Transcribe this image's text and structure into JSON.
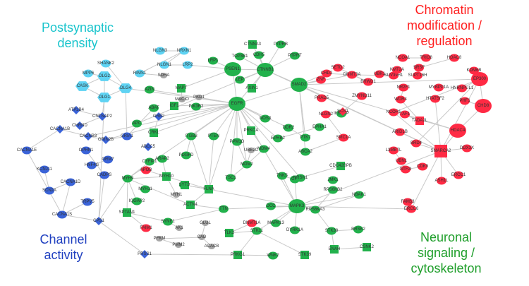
{
  "colors": {
    "postsynaptic": "#5fd3f3",
    "chromatin": "#ff2a44",
    "channel": "#3a63d8",
    "neuronal": "#22b14c",
    "other": "#a6a6a6",
    "edge": "#c9c9c9",
    "title_postsynaptic": "#18c4cc",
    "title_chromatin": "#ff2020",
    "title_channel": "#2040c0",
    "title_neuronal": "#1e9e2a"
  },
  "groups": {
    "postsynaptic": {
      "line1": "Postsynaptic",
      "line2": "density",
      "color": "#18c4cc"
    },
    "chromatin": {
      "line1": "Chromatin",
      "line2": "modification /",
      "line3": "regulation",
      "color": "#ff2020"
    },
    "channel": {
      "line1": "Channel",
      "line2": "activity",
      "color": "#2040c0"
    },
    "neuronal": {
      "line1": "Neuronal",
      "line2": "signaling /",
      "line3": "cytoskeleton",
      "color": "#1e9e2a"
    }
  },
  "nodes": [
    {
      "id": "NLGN3",
      "g": "postsynaptic"
    },
    {
      "id": "NRXN1",
      "g": "postsynaptic"
    },
    {
      "id": "NLGN1",
      "g": "postsynaptic"
    },
    {
      "id": "LRP2",
      "g": "postsynaptic"
    },
    {
      "id": "RIMS1",
      "g": "postsynaptic"
    },
    {
      "id": "SHANK2",
      "g": "postsynaptic"
    },
    {
      "id": "MPP6",
      "g": "postsynaptic"
    },
    {
      "id": "DLG2",
      "g": "postsynaptic"
    },
    {
      "id": "CASK",
      "g": "postsynaptic"
    },
    {
      "id": "DLG4",
      "g": "postsynaptic"
    },
    {
      "id": "DLG1",
      "g": "postsynaptic"
    },
    {
      "id": "SDHA",
      "g": "other"
    },
    {
      "id": "ATP2B4",
      "g": "channel"
    },
    {
      "id": "CNTNAP2",
      "g": "channel"
    },
    {
      "id": "CACNA1B",
      "g": "channel"
    },
    {
      "id": "CHRND",
      "g": "channel"
    },
    {
      "id": "CACNB3",
      "g": "channel"
    },
    {
      "id": "CACNA1E",
      "g": "channel"
    },
    {
      "id": "KCNJ11",
      "g": "channel"
    },
    {
      "id": "SCN2A",
      "g": "channel"
    },
    {
      "id": "CACNA1D",
      "g": "channel"
    },
    {
      "id": "CACNA1S",
      "g": "channel"
    },
    {
      "id": "TRPV5",
      "g": "channel"
    },
    {
      "id": "CPS1",
      "g": "channel"
    },
    {
      "id": "GRIN2B",
      "g": "channel"
    },
    {
      "id": "GRM7",
      "g": "channel"
    },
    {
      "id": "OPHN1",
      "g": "channel"
    },
    {
      "id": "HNF4G",
      "g": "channel"
    },
    {
      "id": "CADPS",
      "g": "channel"
    },
    {
      "id": "GRIA1",
      "g": "channel"
    },
    {
      "id": "ABCC5",
      "g": "channel"
    },
    {
      "id": "PRSS1",
      "g": "channel"
    },
    {
      "id": "GRB2",
      "g": "channel"
    },
    {
      "id": "CTNNA3",
      "g": "neuronal"
    },
    {
      "id": "PTPRB",
      "g": "neuronal"
    },
    {
      "id": "CDH5",
      "g": "neuronal"
    },
    {
      "id": "TOP3B1",
      "g": "neuronal"
    },
    {
      "id": "PTPRT",
      "g": "neuronal"
    },
    {
      "id": "LRP1",
      "g": "neuronal"
    },
    {
      "id": "PSEN1",
      "g": "neuronal"
    },
    {
      "id": "CTNNB1",
      "g": "neuronal"
    },
    {
      "id": "SMAD2",
      "g": "neuronal"
    },
    {
      "id": "AXIN1",
      "g": "neuronal"
    },
    {
      "id": "LEP",
      "g": "neuronal"
    },
    {
      "id": "EGFR",
      "g": "neuronal"
    },
    {
      "id": "MAPT",
      "g": "neuronal"
    },
    {
      "id": "IGF1",
      "g": "neuronal"
    },
    {
      "id": "PIK3R2",
      "g": "neuronal"
    },
    {
      "id": "AZIN",
      "g": "neuronal"
    },
    {
      "id": "ABAT",
      "g": "neuronal"
    },
    {
      "id": "CRKL",
      "g": "neuronal"
    },
    {
      "id": "APC",
      "g": "neuronal"
    },
    {
      "id": "ITGB3",
      "g": "neuronal"
    },
    {
      "id": "PTEN",
      "g": "neuronal"
    },
    {
      "id": "PRKCA",
      "g": "neuronal"
    },
    {
      "id": "NOS3",
      "g": "neuronal"
    },
    {
      "id": "PPM1D",
      "g": "neuronal"
    },
    {
      "id": "EPHB2",
      "g": "neuronal"
    },
    {
      "id": "DDR2",
      "g": "neuronal"
    },
    {
      "id": "MDM4",
      "g": "neuronal"
    },
    {
      "id": "MDM2",
      "g": "neuronal"
    },
    {
      "id": "PDGFD",
      "g": "neuronal"
    },
    {
      "id": "ARAP2",
      "g": "neuronal"
    },
    {
      "id": "CYFIP1",
      "g": "neuronal"
    },
    {
      "id": "MYH9",
      "g": "neuronal"
    },
    {
      "id": "MYH10",
      "g": "neuronal"
    },
    {
      "id": "MYH11",
      "g": "neuronal"
    },
    {
      "id": "IQGAP2",
      "g": "neuronal"
    },
    {
      "id": "ACTN4",
      "g": "neuronal"
    },
    {
      "id": "FLNA",
      "g": "neuronal"
    },
    {
      "id": "TSC1",
      "g": "neuronal"
    },
    {
      "id": "TTN",
      "g": "neuronal"
    },
    {
      "id": "SPTAN1",
      "g": "neuronal"
    },
    {
      "id": "SYNE1",
      "g": "neuronal"
    },
    {
      "id": "TRIO",
      "g": "neuronal"
    },
    {
      "id": "TNKS",
      "g": "neuronal"
    },
    {
      "id": "DCC",
      "g": "neuronal"
    },
    {
      "id": "CIT",
      "g": "neuronal"
    },
    {
      "id": "MAPK3",
      "g": "neuronal"
    },
    {
      "id": "RPS6KA3",
      "g": "neuronal"
    },
    {
      "id": "RPS6KB2",
      "g": "neuronal"
    },
    {
      "id": "JMK1",
      "g": "neuronal"
    },
    {
      "id": "TLK2",
      "g": "neuronal"
    },
    {
      "id": "STK11",
      "g": "neuronal"
    },
    {
      "id": "MAPK13",
      "g": "neuronal"
    },
    {
      "id": "DYRK1A",
      "g": "neuronal"
    },
    {
      "id": "STK38",
      "g": "neuronal"
    },
    {
      "id": "BRSK2",
      "g": "neuronal"
    },
    {
      "id": "ENAH",
      "g": "neuronal"
    },
    {
      "id": "CSNK2",
      "g": "neuronal"
    },
    {
      "id": "PRKG1",
      "g": "neuronal"
    },
    {
      "id": "WNK2",
      "g": "neuronal"
    },
    {
      "id": "STK39",
      "g": "neuronal"
    },
    {
      "id": "NBAK1",
      "g": "neuronal"
    },
    {
      "id": "CDC42BPB",
      "g": "neuronal"
    },
    {
      "id": "ABCA2",
      "g": "neuronal"
    },
    {
      "id": "PTK7",
      "g": "neuronal"
    },
    {
      "id": "EPHA1",
      "g": "neuronal"
    },
    {
      "id": "IKBKAP",
      "g": "neuronal"
    },
    {
      "id": "NRSN1",
      "g": "neuronal"
    },
    {
      "id": "SYT1",
      "g": "neuronal"
    },
    {
      "id": "SUV39H1",
      "g": "chromatin"
    },
    {
      "id": "NCOA1",
      "g": "chromatin"
    },
    {
      "id": "TRIO8",
      "g": "chromatin"
    },
    {
      "id": "HDAC8",
      "g": "chromatin"
    },
    {
      "id": "SRSF",
      "g": "chromatin"
    },
    {
      "id": "KMT2A",
      "g": "chromatin"
    },
    {
      "id": "SUPT16H",
      "g": "chromatin"
    },
    {
      "id": "KDM6B",
      "g": "chromatin"
    },
    {
      "id": "EP300",
      "g": "chromatin"
    },
    {
      "id": "NR2F1",
      "g": "chromatin"
    },
    {
      "id": "MYBPP1A",
      "g": "chromatin"
    },
    {
      "id": "HNRNPUL1",
      "g": "chromatin"
    },
    {
      "id": "CHD8",
      "g": "chromatin"
    },
    {
      "id": "PHF1",
      "g": "chromatin"
    },
    {
      "id": "HTATSF2",
      "g": "chromatin"
    },
    {
      "id": "WDR4",
      "g": "chromatin"
    },
    {
      "id": "NCOR1",
      "g": "chromatin"
    },
    {
      "id": "TAF1",
      "g": "chromatin"
    },
    {
      "id": "TADA2L",
      "g": "chromatin"
    },
    {
      "id": "ARID1B",
      "g": "chromatin"
    },
    {
      "id": "BRD4",
      "g": "chromatin"
    },
    {
      "id": "SMARCA2",
      "g": "chromatin"
    },
    {
      "id": "HDAC4",
      "g": "chromatin"
    },
    {
      "id": "DNMT3A",
      "g": "chromatin"
    },
    {
      "id": "CHD2",
      "g": "chromatin"
    },
    {
      "id": "SMC1A",
      "g": "chromatin"
    },
    {
      "id": "SETD2",
      "g": "chromatin"
    },
    {
      "id": "BRWD1",
      "g": "chromatin"
    },
    {
      "id": "ZMYND11",
      "g": "chromatin"
    },
    {
      "id": "SCN1",
      "g": "chromatin"
    },
    {
      "id": "L3MBTL",
      "g": "chromatin"
    },
    {
      "id": "UBN1",
      "g": "chromatin"
    },
    {
      "id": "GTF2I",
      "g": "chromatin"
    },
    {
      "id": "CDK9",
      "g": "chromatin"
    },
    {
      "id": "ASH1L",
      "g": "chromatin"
    },
    {
      "id": "ERCC1",
      "g": "chromatin"
    },
    {
      "id": "DDX3X",
      "g": "chromatin"
    },
    {
      "id": "ERCC6",
      "g": "chromatin"
    },
    {
      "id": "FAM53",
      "g": "chromatin"
    },
    {
      "id": "PRAD5",
      "g": "chromatin"
    },
    {
      "id": "NLGN2",
      "g": "chromatin"
    },
    {
      "id": "UBR1",
      "g": "chromatin"
    },
    {
      "id": "ZNF",
      "g": "chromatin"
    },
    {
      "id": "DNMT1A",
      "g": "chromatin"
    },
    {
      "id": "FAIM1",
      "g": "chromatin"
    },
    {
      "id": "APOB",
      "g": "chromatin"
    },
    {
      "id": "MACIO",
      "g": "other"
    },
    {
      "id": "PKD1",
      "g": "other"
    },
    {
      "id": "MYH1",
      "g": "other"
    },
    {
      "id": "UBE2C",
      "g": "other"
    },
    {
      "id": "PFKM",
      "g": "other"
    },
    {
      "id": "PMM2",
      "g": "other"
    },
    {
      "id": "CAD",
      "g": "other"
    },
    {
      "id": "GLUL",
      "g": "other"
    },
    {
      "id": "ACACB",
      "g": "other"
    },
    {
      "id": "AK1",
      "g": "other"
    }
  ]
}
